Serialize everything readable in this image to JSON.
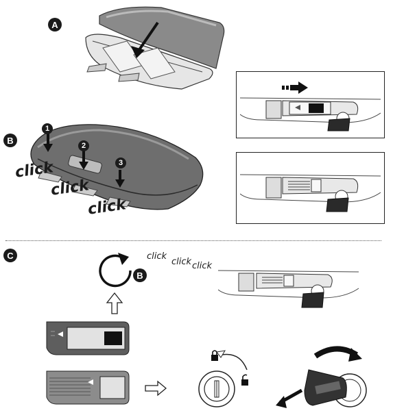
{
  "steps": {
    "a": "A",
    "b": "B",
    "c": "C"
  },
  "numbers": [
    "1",
    "2",
    "3"
  ],
  "click_words": [
    "click",
    "click",
    "click"
  ],
  "step_c": {
    "clicks": [
      "click",
      "click",
      "click"
    ],
    "ref_badge": "B"
  },
  "colors": {
    "ink": "#1b1b1b",
    "box_dark": "#5a5a5a",
    "box_light": "#d8d8d8"
  },
  "icons": [
    "arrow-right-icon",
    "rotate-arrow-icon",
    "arrow-up-icon",
    "lock-closed-icon",
    "lock-open-icon",
    "key-icon"
  ]
}
